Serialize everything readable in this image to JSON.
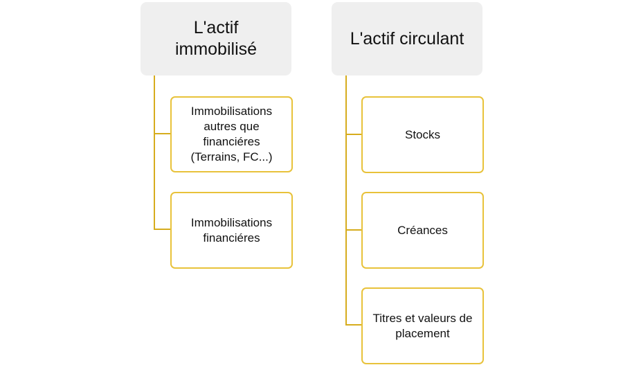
{
  "diagram": {
    "left_group": {
      "title": "L'actif immobilisé",
      "title_line1": "L'actif",
      "title_line2": "immobilisé",
      "items": [
        {
          "line1": "Immobilisations",
          "line2": "autres que",
          "line3": "financiéres",
          "line4": "(Terrains, FC...)"
        },
        {
          "line1": "Immobilisations",
          "line2": "financiéres"
        }
      ]
    },
    "right_group": {
      "title": "L'actif circulant",
      "items": [
        {
          "line1": "Stocks"
        },
        {
          "line1": "Créances"
        },
        {
          "line1": "Titres et valeurs de",
          "line2": "placement"
        }
      ]
    },
    "colors": {
      "header_fill": "#efefef",
      "box_border": "#e8c23a",
      "connector": "#d6ac1d"
    }
  }
}
